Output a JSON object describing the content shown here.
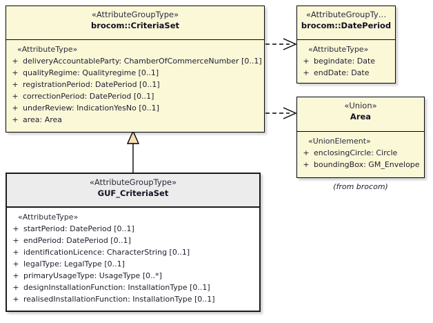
{
  "diagram": {
    "type": "uml-class-diagram",
    "background": "#ffffff",
    "palette": {
      "class_fill_yellow": "#fbf8d8",
      "class_fill_grey_header": "#ececec",
      "class_fill_white": "#ffffff",
      "border": "#000000",
      "text": "#1c1c2c",
      "generalization_triangle_fill": "#f7dfb4"
    },
    "captions": [
      {
        "name": "from-brocom-caption",
        "text": "(from brocom)"
      }
    ]
  },
  "classes": {
    "criteria_set": {
      "stereotype": "«AttributeGroupType»",
      "name": "brocom::CriteriaSet",
      "body_stereotype": "«AttributeType»",
      "attributes": [
        {
          "visibility": "+",
          "text": "deliveryAccountableParty: ChamberOfCommerceNumber [0..1]"
        },
        {
          "visibility": "+",
          "text": "qualityRegime: Qualityregime [0..1]"
        },
        {
          "visibility": "+",
          "text": "registrationPeriod: DatePeriod [0..1]"
        },
        {
          "visibility": "+",
          "text": "correctionPeriod: DatePeriod [0..1]"
        },
        {
          "visibility": "+",
          "text": "underReview: IndicationYesNo [0..1]"
        },
        {
          "visibility": "+",
          "text": "area: Area"
        }
      ]
    },
    "date_period": {
      "stereotype": "«AttributeGroupTy…",
      "name": "brocom::DatePeriod",
      "body_stereotype": "«AttributeType»",
      "attributes": [
        {
          "visibility": "+",
          "text": "begindate: Date"
        },
        {
          "visibility": "+",
          "text": "endDate: Date"
        }
      ]
    },
    "area_union": {
      "stereotype": "«Union»",
      "name": "Area",
      "body_stereotype": "«UnionElement»",
      "attributes": [
        {
          "visibility": "+",
          "text": "enclosingCircle: Circle"
        },
        {
          "visibility": "+",
          "text": "boundingBox: GM_Envelope"
        }
      ]
    },
    "guf_criteria_set": {
      "stereotype": "«AttributeGroupType»",
      "name": "GUF_CriteriaSet",
      "body_stereotype": "«AttributeType»",
      "attributes": [
        {
          "visibility": "+",
          "text": "startPeriod: DatePeriod [0..1]"
        },
        {
          "visibility": "+",
          "text": "endPeriod: DatePeriod [0..1]"
        },
        {
          "visibility": "+",
          "text": "identificationLicence: CharacterString [0..1]"
        },
        {
          "visibility": "+",
          "text": "legalType: LegalType [0..1]"
        },
        {
          "visibility": "+",
          "text": "primaryUsageType: UsageType [0..*]"
        },
        {
          "visibility": "+",
          "text": "designInstallationFunction: InstallationType [0..1]"
        },
        {
          "visibility": "+",
          "text": "realisedInstallationFunction: InstallationType [0..1]"
        }
      ]
    }
  },
  "relationships": [
    {
      "name": "dependency-criteriaset-to-dateperiod",
      "kind": "dependency",
      "style": "dashed-open-arrow",
      "from": "brocom::CriteriaSet",
      "to": "brocom::DatePeriod"
    },
    {
      "name": "dependency-criteriaset-to-area",
      "kind": "dependency",
      "style": "dashed-open-arrow",
      "from": "brocom::CriteriaSet",
      "to": "Area"
    },
    {
      "name": "generalization-gufcriteriaset-to-criteriaset",
      "kind": "generalization",
      "style": "solid-hollow-triangle",
      "from": "GUF_CriteriaSet",
      "to": "brocom::CriteriaSet"
    }
  ]
}
